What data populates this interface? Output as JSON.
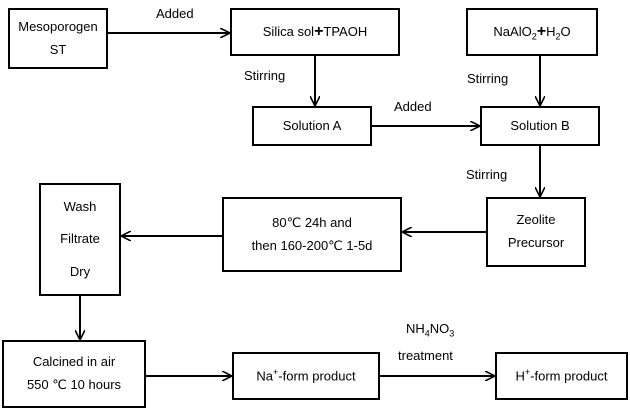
{
  "boxes": {
    "mesoporogen": [
      "Mesoporogen",
      "ST"
    ],
    "silica": {
      "a": "Silica sol",
      "plus": "+",
      "b": "TPAOH"
    },
    "naalo2": {
      "pre": "NaAlO",
      "sub": "2",
      "plus": "+",
      "h": "H",
      "hsub": "2",
      "o": "O"
    },
    "solution_a": "Solution A",
    "solution_b": "Solution B",
    "zeolite": [
      "Zeolite",
      "Precursor"
    ],
    "reaction": [
      "80℃  24h and",
      "then 160-200℃  1-5d"
    ],
    "wash": [
      "Wash",
      "Filtrate",
      "Dry"
    ],
    "calcined": [
      "Calcined in air",
      "550  ℃  10 hours"
    ],
    "na_form": {
      "ion": "Na",
      "sup": "+",
      "rest": "-form product"
    },
    "h_form": {
      "ion": "H",
      "sup": "+",
      "rest": "-form product"
    }
  },
  "labels": {
    "added_1": "Added",
    "added_2": "Added",
    "stirring_1": "Stirring",
    "stirring_2": "Stirring",
    "stirring_3": "Stirring",
    "nh4no3": {
      "a": "NH",
      "s1": "4",
      "b": "NO",
      "s2": "3"
    },
    "treatment": "treatment"
  },
  "colors": {
    "stroke": "#000000",
    "background": "#ffffff"
  }
}
